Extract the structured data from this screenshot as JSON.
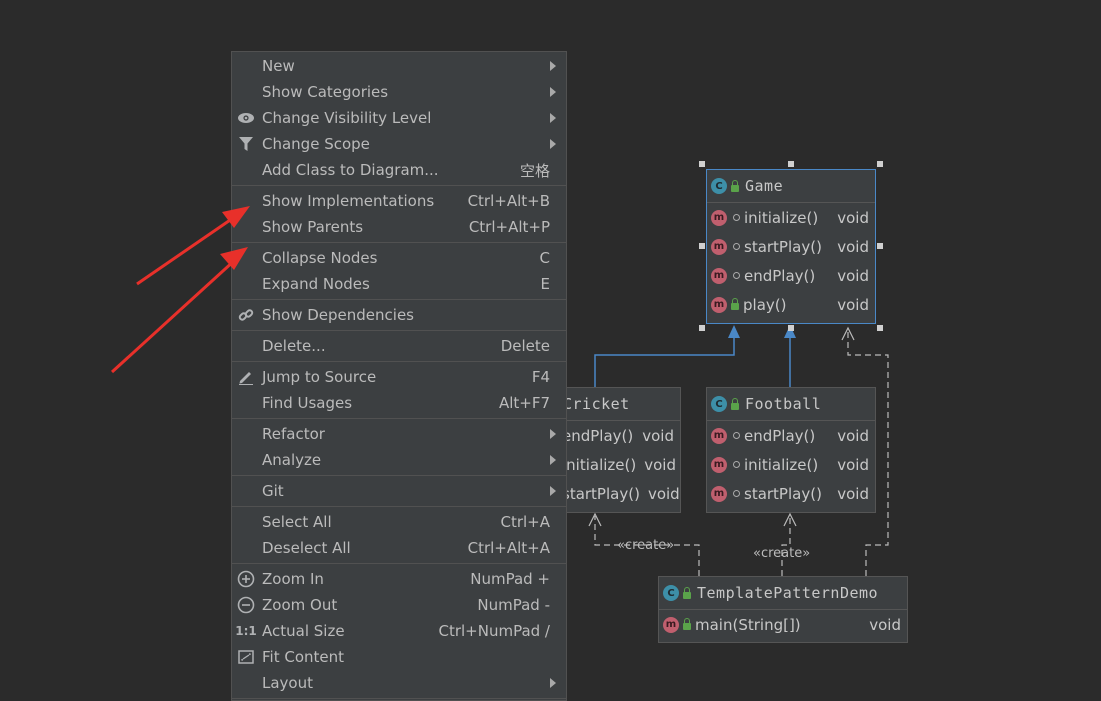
{
  "menu": {
    "items": [
      {
        "label": "New",
        "shortcut": "",
        "submenu": true,
        "icon": ""
      },
      {
        "label": "Show Categories",
        "shortcut": "",
        "submenu": true,
        "icon": ""
      },
      {
        "label": "Change Visibility Level",
        "shortcut": "",
        "submenu": true,
        "icon": "eye-icon"
      },
      {
        "label": "Change Scope",
        "shortcut": "",
        "submenu": true,
        "icon": "filter-icon"
      },
      {
        "label": "Add Class to Diagram...",
        "shortcut": "空格",
        "submenu": false,
        "icon": ""
      },
      {
        "label": "Show Implementations",
        "shortcut": "Ctrl+Alt+B",
        "submenu": false,
        "icon": ""
      },
      {
        "label": "Show Parents",
        "shortcut": "Ctrl+Alt+P",
        "submenu": false,
        "icon": ""
      },
      {
        "label": "Collapse Nodes",
        "shortcut": "C",
        "submenu": false,
        "icon": ""
      },
      {
        "label": "Expand Nodes",
        "shortcut": "E",
        "submenu": false,
        "icon": ""
      },
      {
        "label": "Show Dependencies",
        "shortcut": "",
        "submenu": false,
        "icon": "link-icon"
      },
      {
        "label": "Delete...",
        "shortcut": "Delete",
        "submenu": false,
        "icon": ""
      },
      {
        "label": "Jump to Source",
        "shortcut": "F4",
        "submenu": false,
        "icon": "pencil-icon"
      },
      {
        "label": "Find Usages",
        "shortcut": "Alt+F7",
        "submenu": false,
        "icon": ""
      },
      {
        "label": "Refactor",
        "shortcut": "",
        "submenu": true,
        "icon": ""
      },
      {
        "label": "Analyze",
        "shortcut": "",
        "submenu": true,
        "icon": ""
      },
      {
        "label": "Git",
        "shortcut": "",
        "submenu": true,
        "icon": ""
      },
      {
        "label": "Select All",
        "shortcut": "Ctrl+A",
        "submenu": false,
        "icon": ""
      },
      {
        "label": "Deselect All",
        "shortcut": "Ctrl+Alt+A",
        "submenu": false,
        "icon": ""
      },
      {
        "label": "Zoom In",
        "shortcut": "NumPad +",
        "submenu": false,
        "icon": "zoom-in-icon"
      },
      {
        "label": "Zoom Out",
        "shortcut": "NumPad -",
        "submenu": false,
        "icon": "zoom-out-icon"
      },
      {
        "label": "Actual Size",
        "shortcut": "Ctrl+NumPad /",
        "submenu": false,
        "icon": "actual-size-icon"
      },
      {
        "label": "Fit Content",
        "shortcut": "",
        "submenu": false,
        "icon": "fit-content-icon"
      },
      {
        "label": "Layout",
        "shortcut": "",
        "submenu": true,
        "icon": ""
      }
    ]
  },
  "diagram": {
    "game": {
      "name": "Game",
      "methods": [
        {
          "name": "initialize()",
          "type": "void"
        },
        {
          "name": "startPlay()",
          "type": "void"
        },
        {
          "name": "endPlay()",
          "type": "void"
        },
        {
          "name": "play()",
          "type": "void"
        }
      ]
    },
    "cricket": {
      "name": "Cricket",
      "methods": [
        {
          "name": "endPlay()",
          "type": "void"
        },
        {
          "name": "initialize()",
          "type": "void"
        },
        {
          "name": "startPlay()",
          "type": "void"
        }
      ]
    },
    "football": {
      "name": "Football",
      "methods": [
        {
          "name": "endPlay()",
          "type": "void"
        },
        {
          "name": "initialize()",
          "type": "void"
        },
        {
          "name": "startPlay()",
          "type": "void"
        }
      ]
    },
    "demo": {
      "name": "TemplatePatternDemo",
      "methods": [
        {
          "name": "main(String[])",
          "type": "void"
        }
      ]
    },
    "create_label": "«create»"
  },
  "colors": {
    "background": "#2b2b2b",
    "menu_bg": "#3c3f41",
    "inheritance_line": "#4a88c7",
    "annotation_arrow": "#e8302a"
  }
}
